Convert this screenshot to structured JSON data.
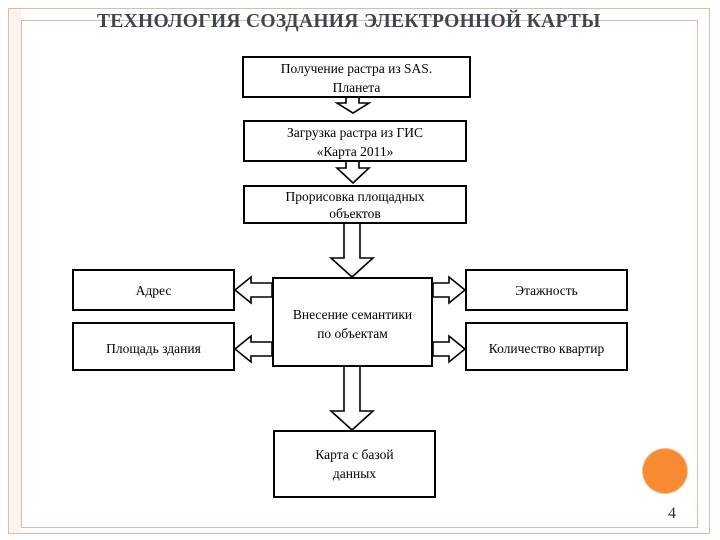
{
  "slide": {
    "title": "ТЕХНОЛОГИЯ СОЗДАНИЯ ЭЛЕКТРОННОЙ КАРТЫ",
    "page_number": "4"
  },
  "nodes": {
    "raster_sas": {
      "line1": "Получение растра из SAS.",
      "line2": "Планета"
    },
    "load_gis": {
      "line1": "Загрузка растра из ГИС",
      "line2": "«Карта 2011»"
    },
    "draw_objects": {
      "line1": "Прорисовка площадных",
      "line2": "объектов"
    },
    "semantics": {
      "line1": "Внесение семантики",
      "line2": "по объектам"
    },
    "address": {
      "line1": "Адрес"
    },
    "building_area": {
      "line1": "Площадь здания"
    },
    "floors": {
      "line1": "Этажность"
    },
    "apartments": {
      "line1": "Количество квартир"
    },
    "map_db": {
      "line1": "Карта с базой",
      "line2": "данных"
    }
  }
}
